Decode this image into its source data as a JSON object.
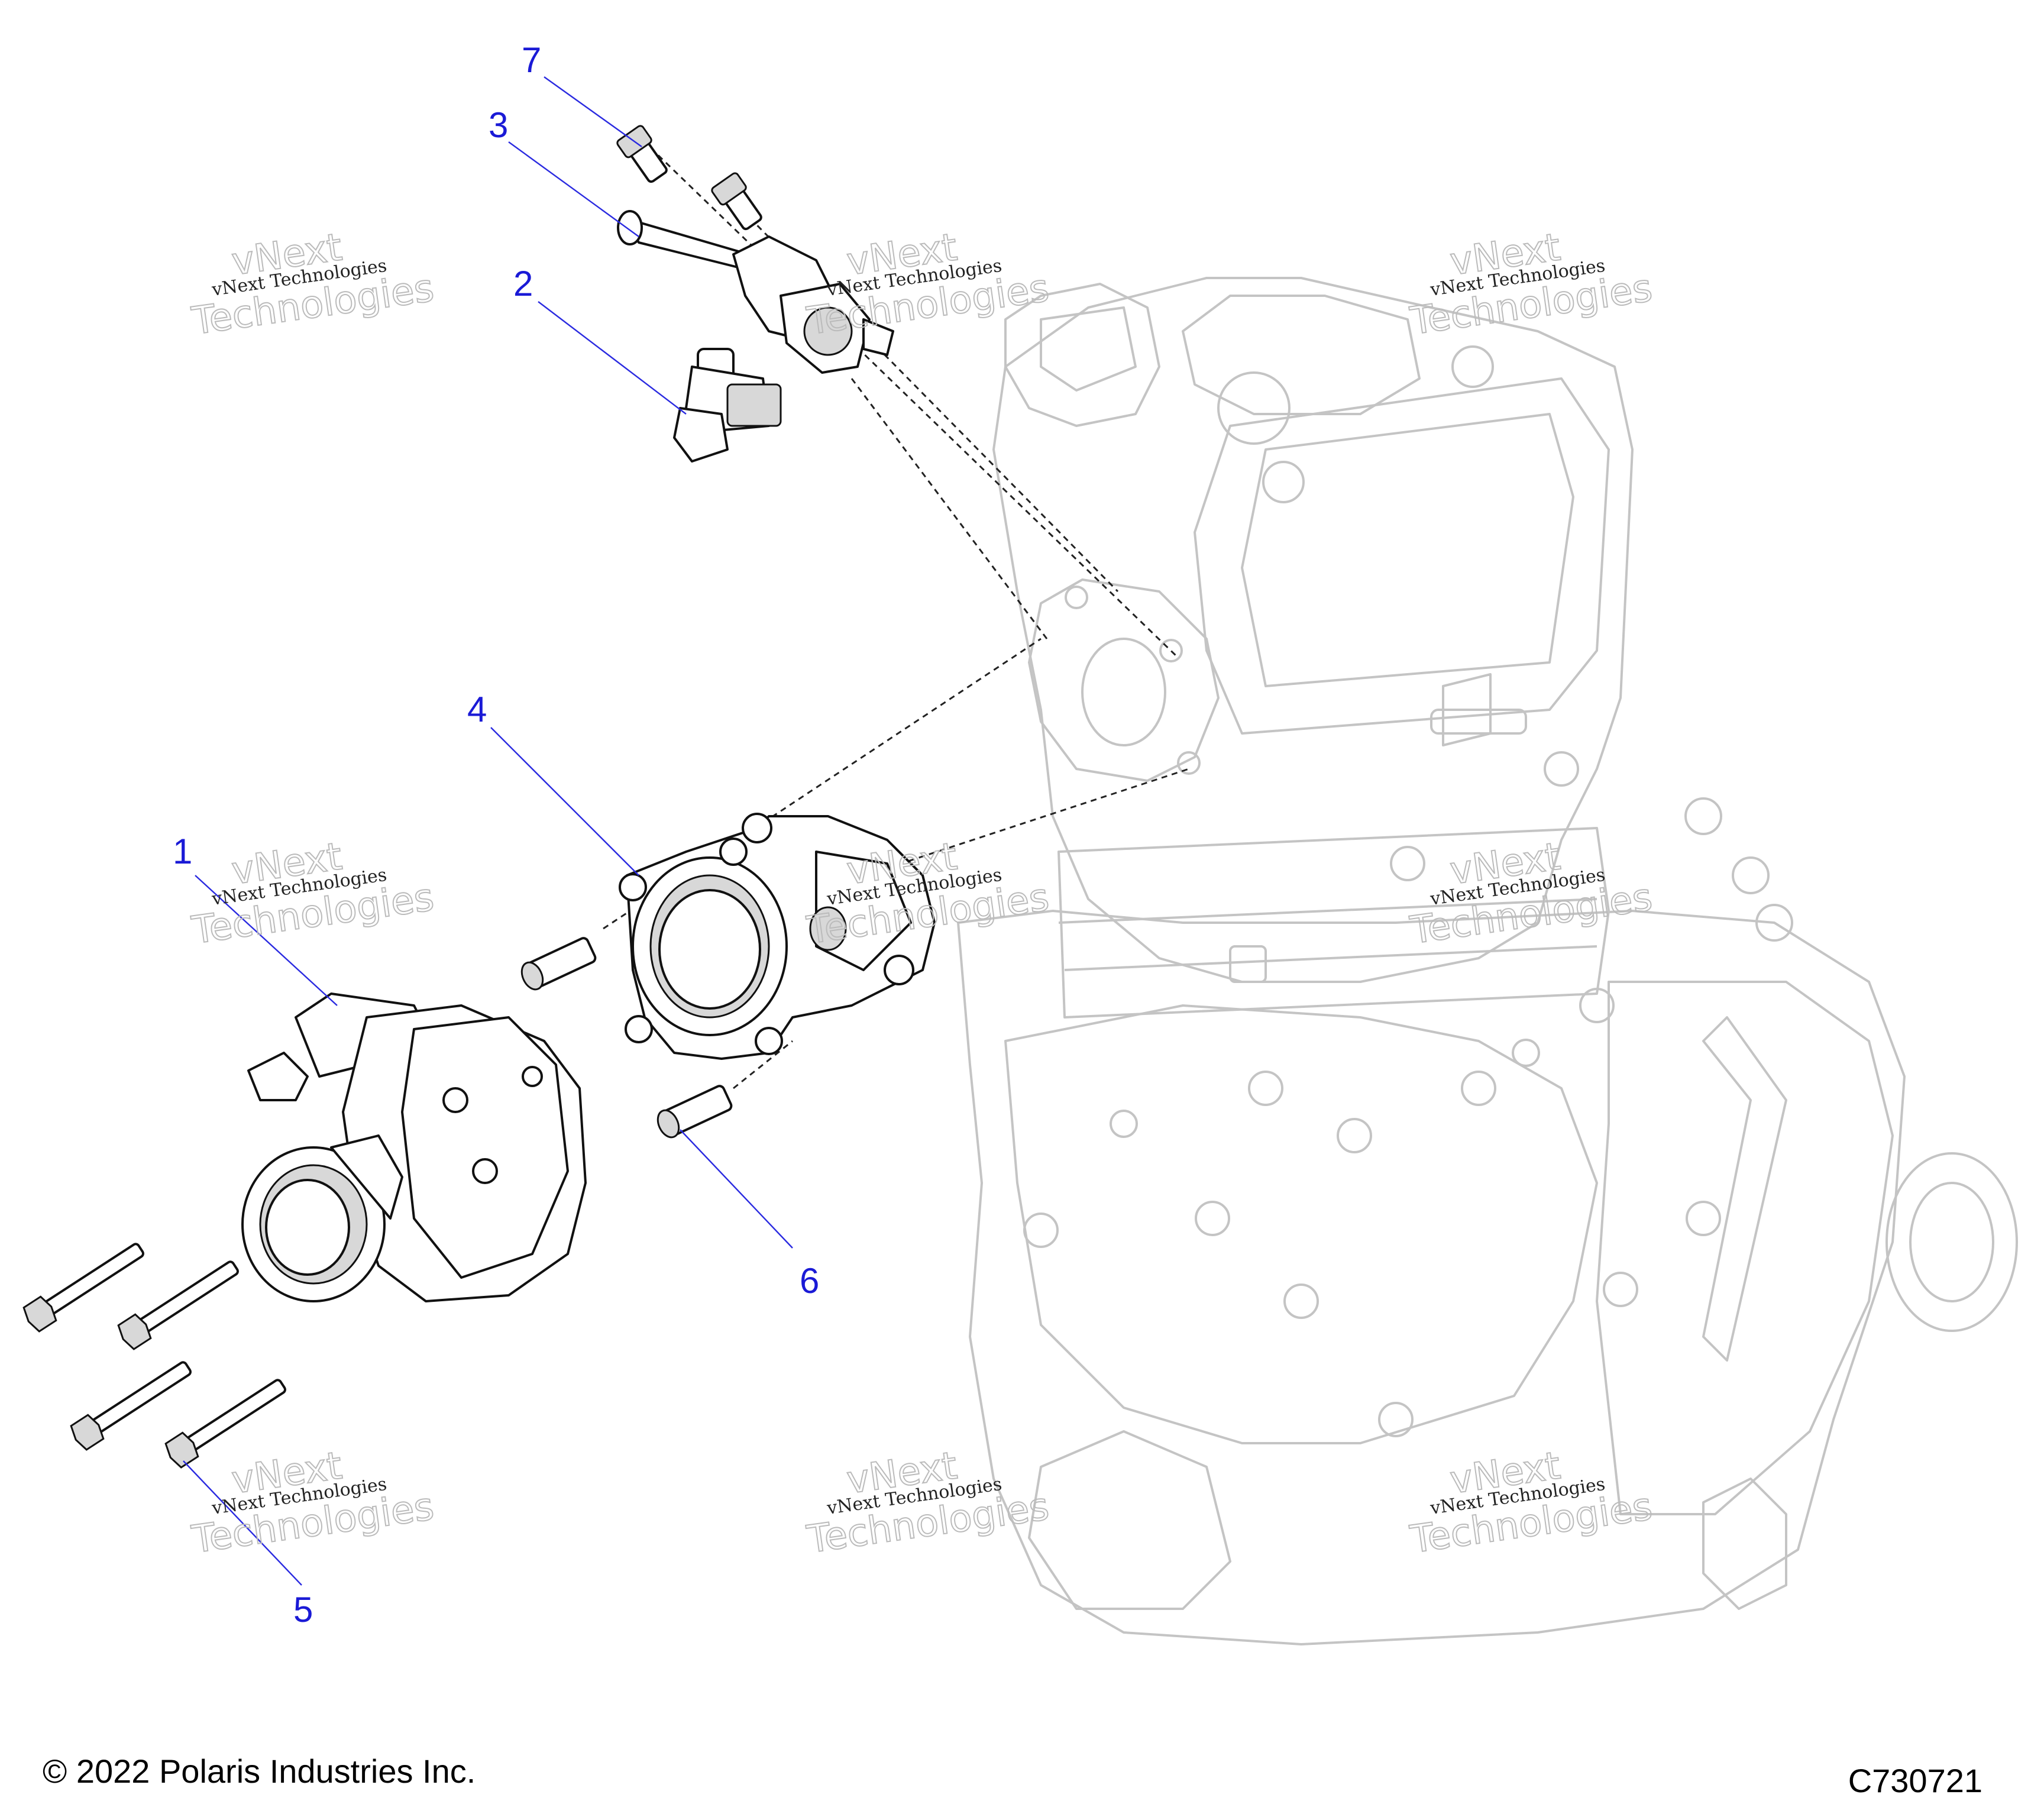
{
  "callouts": [
    {
      "id": "1",
      "label": "1"
    },
    {
      "id": "2",
      "label": "2"
    },
    {
      "id": "3",
      "label": "3"
    },
    {
      "id": "4",
      "label": "4"
    },
    {
      "id": "5",
      "label": "5"
    },
    {
      "id": "6",
      "label": "6"
    },
    {
      "id": "7",
      "label": "7"
    }
  ],
  "watermark": {
    "line1": "vNext Technologies",
    "line2": "Technologies",
    "line3": "vNext"
  },
  "footer": {
    "copyright": "© 2022 Polaris Industries Inc.",
    "diagram_code": "C730721"
  },
  "colors": {
    "callout": "#1a1ad6",
    "engine_outline": "#c4c4c4",
    "part_outline": "#111111"
  }
}
